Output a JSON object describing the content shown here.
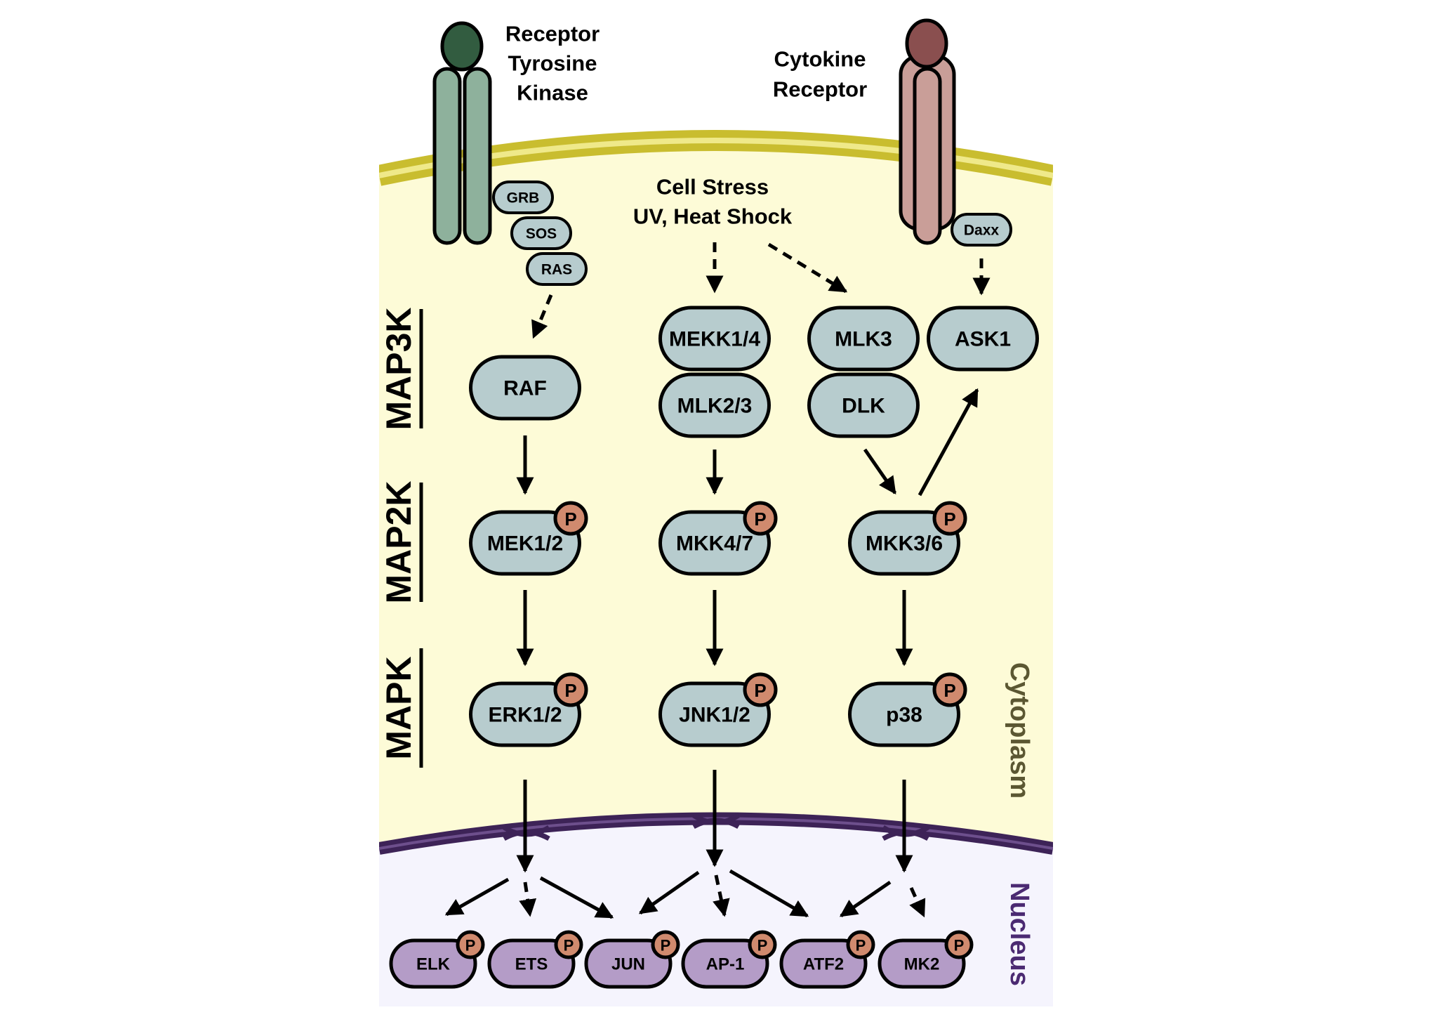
{
  "receptors": {
    "rtk": {
      "line1": "Receptor",
      "line2": "Tyrosine",
      "line3": "Kinase"
    },
    "cytokine": {
      "line1": "Cytokine",
      "line2": "Receptor"
    }
  },
  "stress": {
    "line1": "Cell Stress",
    "line2": "UV, Heat Shock"
  },
  "adaptors": {
    "grb": "GRB",
    "sos": "SOS",
    "ras": "RAS",
    "daxx": "Daxx"
  },
  "tiers": {
    "map3k": "MAP3K",
    "map2k": "MAP2K",
    "mapk": "MAPK"
  },
  "compartments": {
    "cytoplasm": "Cytoplasm",
    "nucleus": "Nucleus"
  },
  "kinases": {
    "raf": "RAF",
    "mekk": "MEKK1/4",
    "mlk23": "MLK2/3",
    "mlk3": "MLK3",
    "dlk": "DLK",
    "ask1": "ASK1",
    "mek": "MEK1/2",
    "mkk47": "MKK4/7",
    "mkk36": "MKK3/6",
    "erk": "ERK1/2",
    "jnk": "JNK1/2",
    "p38": "p38"
  },
  "phospho": "P",
  "targets": {
    "elk": "ELK",
    "ets": "ETS",
    "jun": "JUN",
    "ap1": "AP-1",
    "atf2": "ATF2",
    "mk2": "MK2"
  },
  "colors": {
    "cytoplasm": "#fdfbd7",
    "nucleus": "#f5f4fd",
    "membrane": "#cfc33a",
    "nuclear_envelope": "#3d2357",
    "kinase_fill": "#b7ccce",
    "target_fill": "#b49cc7",
    "phospho_fill": "#d08a6e",
    "rtk_body": "#8eb19c",
    "rtk_head": "#325c40",
    "cytokine_body": "#c99e98",
    "cytokine_head": "#8a4f4f"
  }
}
